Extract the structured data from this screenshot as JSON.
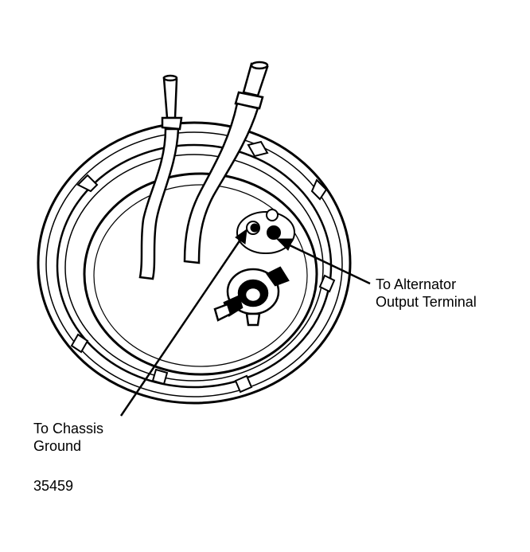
{
  "labels": {
    "alternator_line1": "To Alternator",
    "alternator_line2": "Output Terminal",
    "chassis_line1": "To Chassis",
    "chassis_line2": "Ground"
  },
  "figure_number": "35459",
  "colors": {
    "ink": "#000000",
    "paper": "#ffffff"
  }
}
